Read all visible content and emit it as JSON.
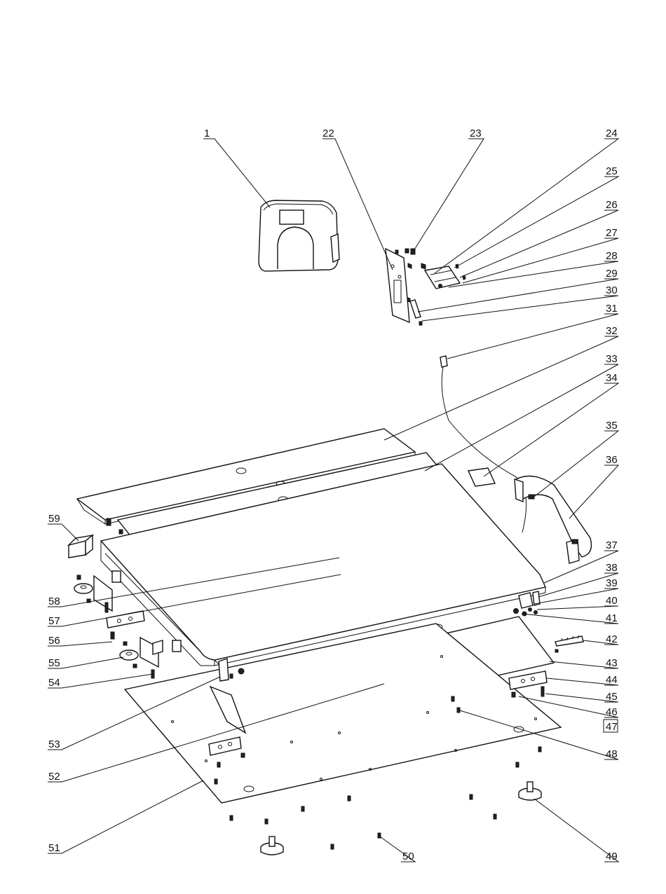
{
  "labels": [
    {
      "id": "1",
      "text": "1"
    },
    {
      "id": "22",
      "text": "22"
    },
    {
      "id": "23",
      "text": "23"
    },
    {
      "id": "24",
      "text": "24"
    },
    {
      "id": "25",
      "text": "25"
    },
    {
      "id": "26",
      "text": "26"
    },
    {
      "id": "27",
      "text": "27"
    },
    {
      "id": "28",
      "text": "28"
    },
    {
      "id": "29",
      "text": "29"
    },
    {
      "id": "30",
      "text": "30"
    },
    {
      "id": "31",
      "text": "31"
    },
    {
      "id": "32",
      "text": "32"
    },
    {
      "id": "33",
      "text": "33"
    },
    {
      "id": "34",
      "text": "34"
    },
    {
      "id": "35",
      "text": "35"
    },
    {
      "id": "36",
      "text": "36"
    },
    {
      "id": "37",
      "text": "37"
    },
    {
      "id": "38",
      "text": "38"
    },
    {
      "id": "39",
      "text": "39"
    },
    {
      "id": "40",
      "text": "40"
    },
    {
      "id": "41",
      "text": "41"
    },
    {
      "id": "42",
      "text": "42"
    },
    {
      "id": "43",
      "text": "43"
    },
    {
      "id": "44",
      "text": "44"
    },
    {
      "id": "45",
      "text": "45"
    },
    {
      "id": "46",
      "text": "46"
    },
    {
      "id": "47",
      "text": "47"
    },
    {
      "id": "48",
      "text": "48"
    },
    {
      "id": "49",
      "text": "49"
    },
    {
      "id": "50",
      "text": "50"
    },
    {
      "id": "51",
      "text": "51"
    },
    {
      "id": "52",
      "text": "52"
    },
    {
      "id": "53",
      "text": "53"
    },
    {
      "id": "54",
      "text": "54"
    },
    {
      "id": "55",
      "text": "55"
    },
    {
      "id": "56",
      "text": "56"
    },
    {
      "id": "57",
      "text": "57"
    },
    {
      "id": "58",
      "text": "58"
    },
    {
      "id": "59",
      "text": "59"
    }
  ]
}
